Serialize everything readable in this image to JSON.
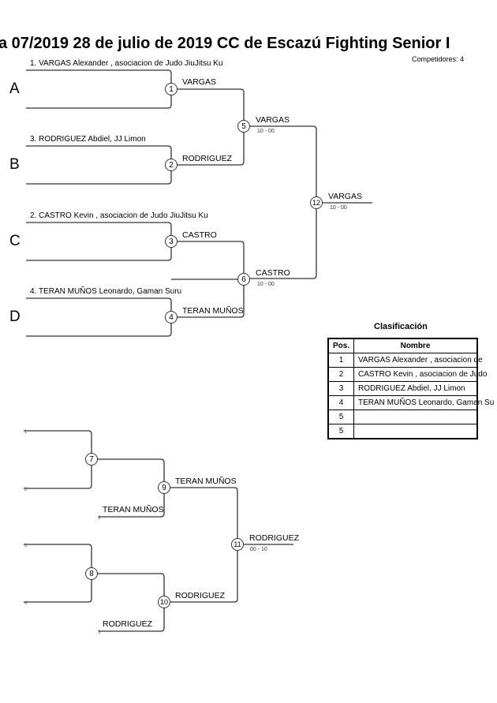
{
  "header": {
    "title": "a 07/2019  28 de julio de 2019  CC de Escazú   Fighting Senior I",
    "competitors": "Competidores: 4"
  },
  "pools": [
    {
      "letter": "A",
      "competitor": "1. VARGAS  Alexander , asociacion de Judo JiuJitsu Ku"
    },
    {
      "letter": "B",
      "competitor": "3. RODRIGUEZ Abdiel, JJ Limon"
    },
    {
      "letter": "C",
      "competitor": "2. CASTRO Kevin , asociacion de Judo JiuJitsu Ku"
    },
    {
      "letter": "D",
      "competitor": "4. TERAN MUÑOS Leonardo, Gaman Suru"
    }
  ],
  "main_bracket": {
    "matches": [
      {
        "number": "1",
        "winner": "VARGAS"
      },
      {
        "number": "2",
        "winner": "RODRIGUEZ"
      },
      {
        "number": "3",
        "winner": "CASTRO"
      },
      {
        "number": "4",
        "winner": "TERAN MUÑOS"
      },
      {
        "number": "5",
        "winner": "VARGAS",
        "score": "10 - 00"
      },
      {
        "number": "6",
        "winner": "CASTRO",
        "score": "10 - 00"
      },
      {
        "number": "12",
        "winner": "VARGAS",
        "score": "10 - 00"
      }
    ]
  },
  "repechage": {
    "slots": [
      "1",
      "2",
      "6",
      "3",
      "4",
      "5"
    ],
    "matches": [
      {
        "number": "7"
      },
      {
        "number": "8"
      },
      {
        "number": "9",
        "winner": "TERAN MUÑOS",
        "entry": "TERAN MUÑOS"
      },
      {
        "number": "10",
        "winner": "RODRIGUEZ",
        "entry": "RODRIGUEZ"
      },
      {
        "number": "11",
        "winner": "RODRIGUEZ",
        "score": "00 - 10"
      }
    ]
  },
  "classification": {
    "title": "Clasificación",
    "headers": [
      "Pos.",
      "Nombre"
    ],
    "rows": [
      {
        "pos": "1",
        "name": "VARGAS  Alexander , asociacion de"
      },
      {
        "pos": "2",
        "name": "CASTRO Kevin , asociacion de Judo"
      },
      {
        "pos": "3",
        "name": "RODRIGUEZ Abdiel, JJ Limon"
      },
      {
        "pos": "4",
        "name": "TERAN MUÑOS Leonardo, Gaman Su"
      },
      {
        "pos": "5",
        "name": ""
      },
      {
        "pos": "5",
        "name": ""
      }
    ]
  }
}
